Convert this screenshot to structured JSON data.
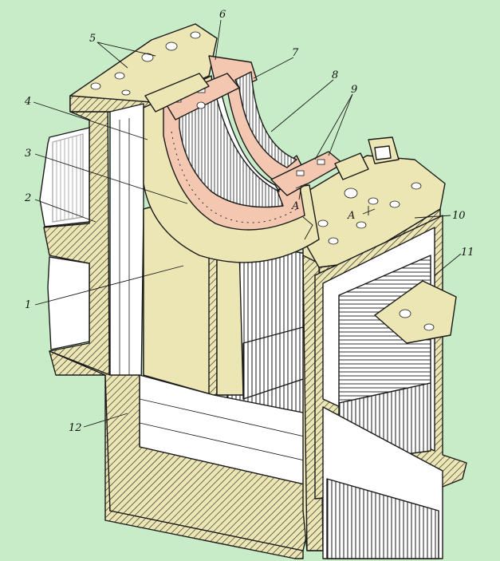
{
  "diagram": {
    "background": "#c8ecc8",
    "colors": {
      "casting": "#ece5b4",
      "casting_shade": "#d7cf96",
      "bearing_shell": "#f3c7b0",
      "bearing_liner": "#e9a58a",
      "cavity": "#ffffff",
      "hatching": "#1a1a1a"
    },
    "callouts": [
      "1",
      "2",
      "3",
      "4",
      "5",
      "6",
      "7",
      "8",
      "9",
      "10",
      "11",
      "12"
    ],
    "section_marks": [
      "A",
      "A"
    ]
  }
}
